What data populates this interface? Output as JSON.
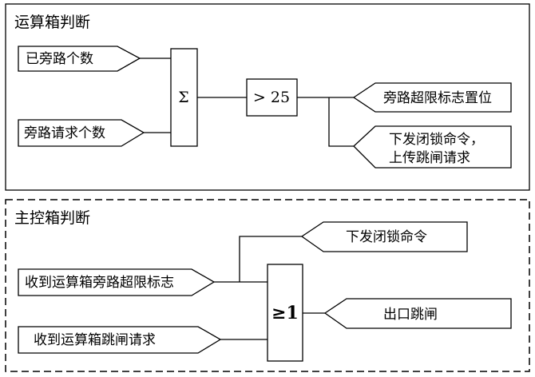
{
  "top_section": {
    "title": "运算箱判断",
    "inputs": [
      "已旁路个数",
      "旁路请求个数"
    ],
    "sum_symbol": "Σ",
    "compare": "> 25",
    "outputs": [
      {
        "lines": [
          "旁路超限标志置位"
        ]
      },
      {
        "lines": [
          "下发闭锁命令，",
          "上传跳闸请求"
        ]
      }
    ]
  },
  "bottom_section": {
    "title": "主控箱判断",
    "inputs": [
      "收到运算箱旁路超限标志",
      "收到运算箱跳闸请求"
    ],
    "gate": "≥1",
    "outputs": [
      {
        "lines": [
          "下发闭锁命令"
        ]
      },
      {
        "lines": [
          "出口跳闸"
        ]
      }
    ]
  }
}
